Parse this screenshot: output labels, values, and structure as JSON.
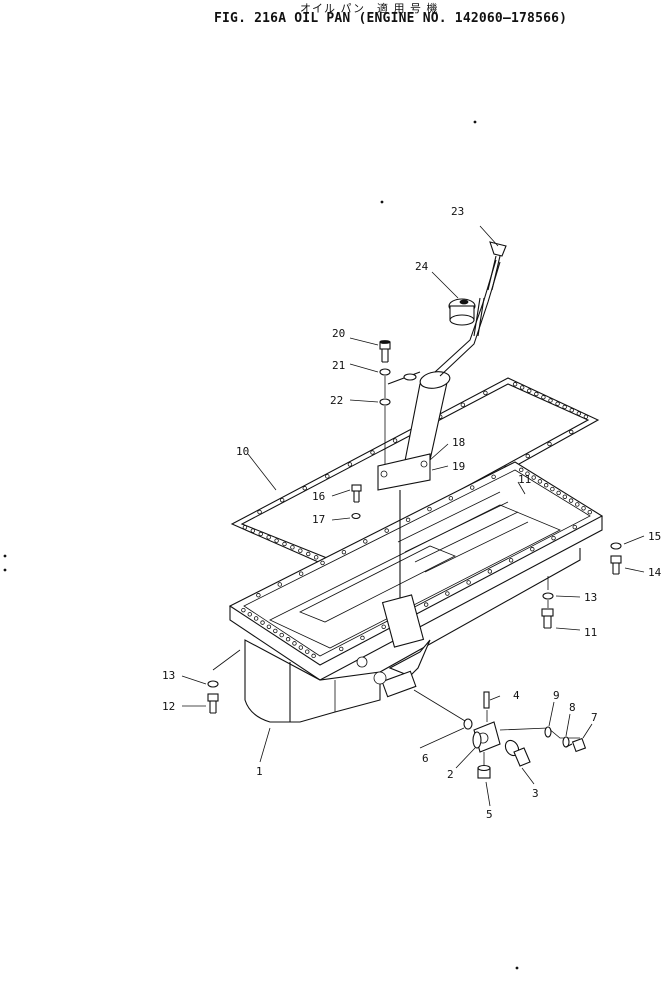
{
  "header": {
    "title_jp": "オイル パン　適 用 号 機",
    "title_en": "FIG. 216A  OIL PAN (ENGINE NO. 142060—178566)"
  },
  "callouts": [
    "1",
    "2",
    "3",
    "4",
    "5",
    "6",
    "7",
    "8",
    "9",
    "10",
    "11",
    "11",
    "12",
    "13",
    "13",
    "14",
    "15",
    "16",
    "17",
    "18",
    "19",
    "20",
    "21",
    "22",
    "23",
    "24"
  ]
}
